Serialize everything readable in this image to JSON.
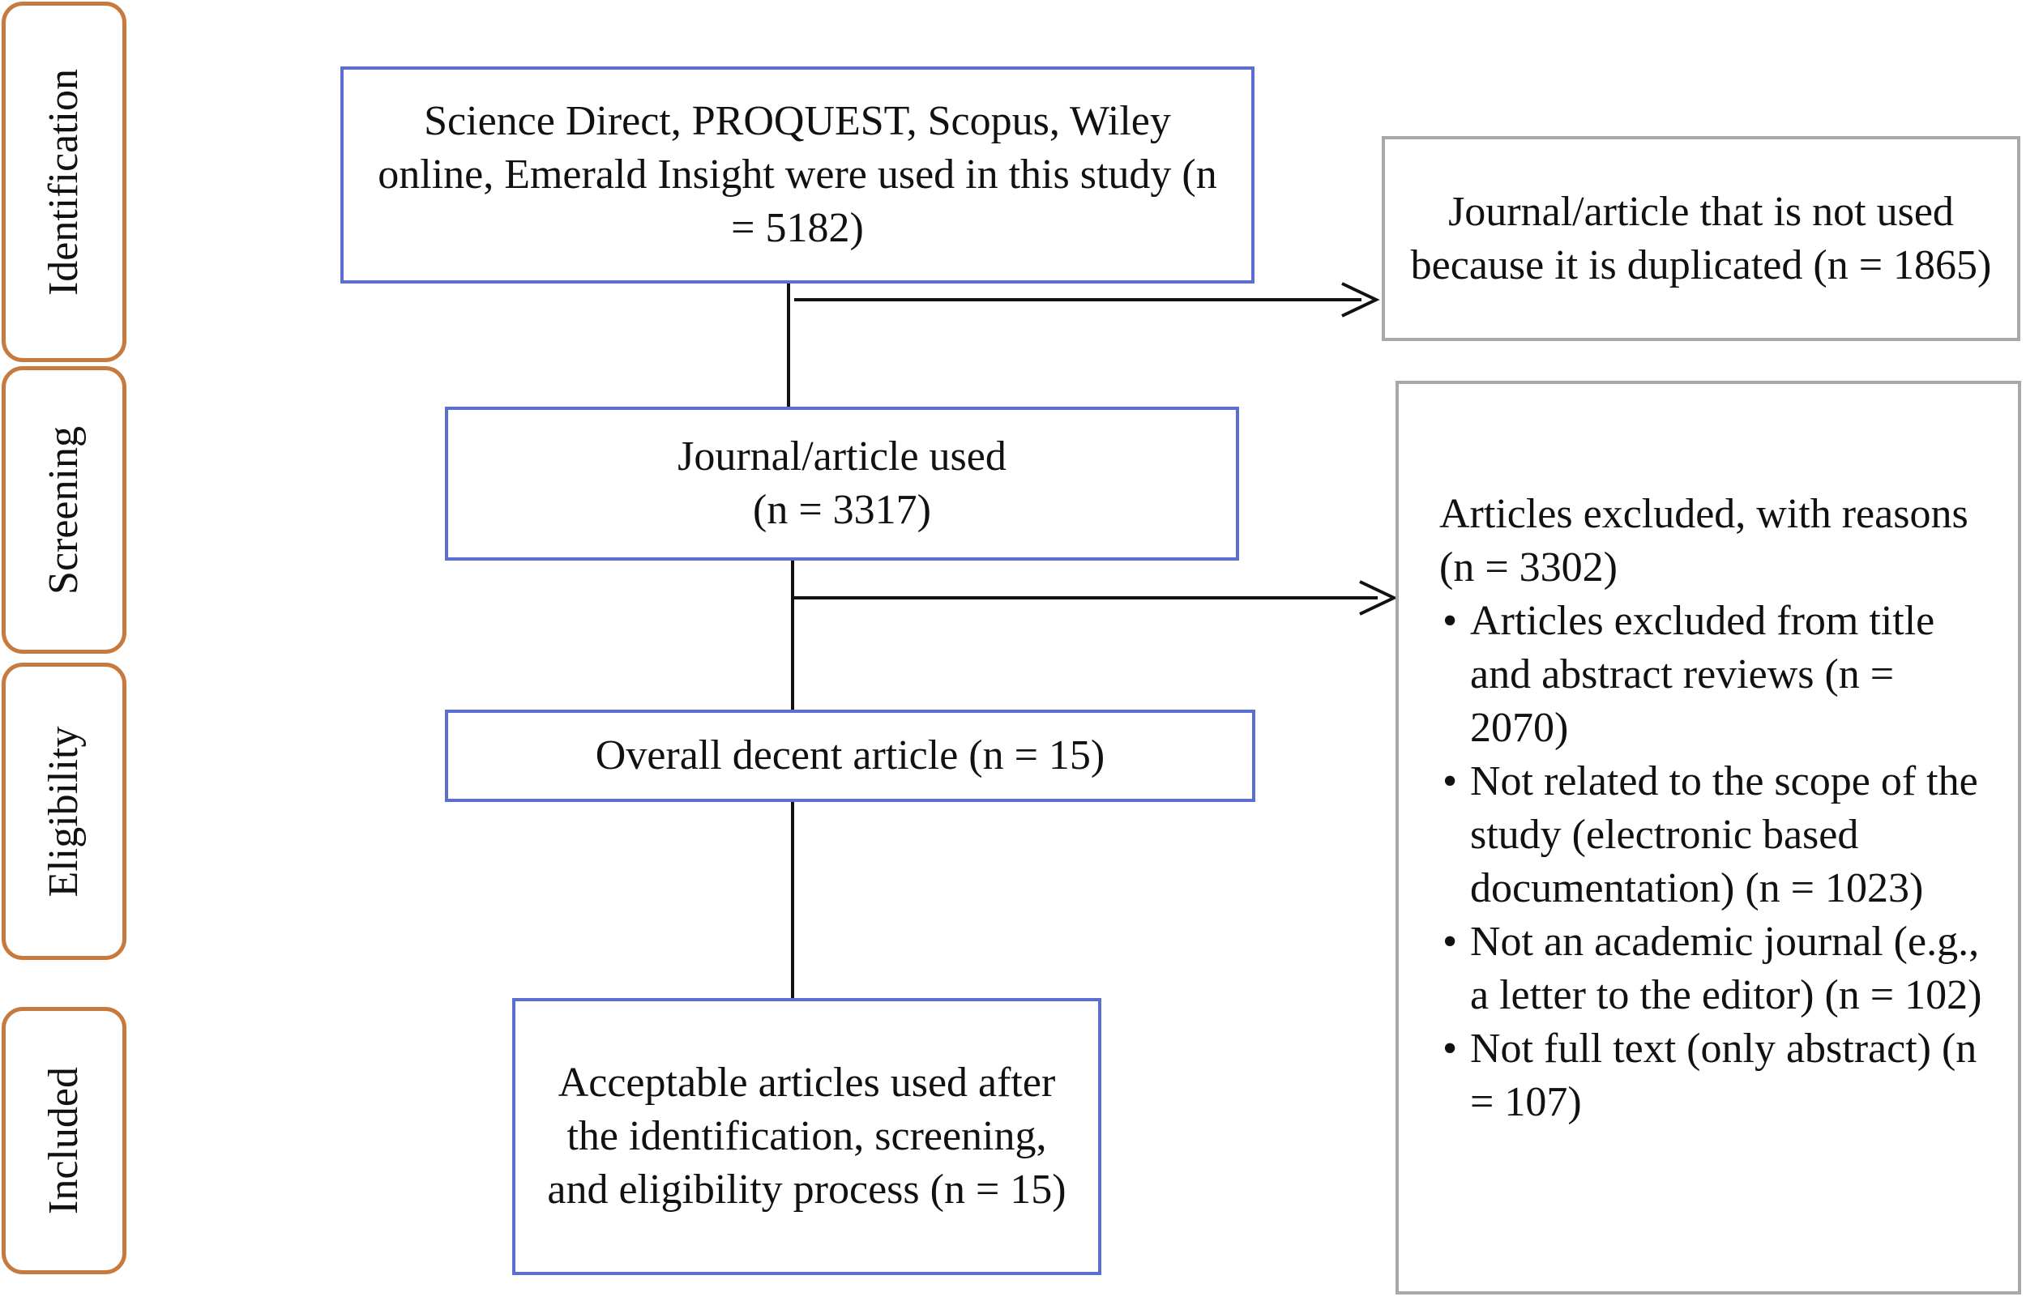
{
  "stages": [
    {
      "id": "identification",
      "label": "Identification"
    },
    {
      "id": "screening",
      "label": "Screening"
    },
    {
      "id": "eligibility",
      "label": "Eligibility"
    },
    {
      "id": "included",
      "label": "Included"
    }
  ],
  "boxes": {
    "databases": "Science Direct, PROQUEST, Scopus, Wiley online, Emerald Insight were used in this study (n = 5182)",
    "duplicates": "Journal/article that is not used because it is duplicated (n = 1865)",
    "journal_used_line1": "Journal/article used",
    "journal_used_line2": "(n = 3317)",
    "overall_decent": "Overall decent article (n = 15)",
    "acceptable": "Acceptable articles used after the identification, screening, and eligibility process (n = 15)"
  },
  "excluded": {
    "heading": "Articles excluded, with reasons (n = 3302)",
    "bullet": "•",
    "items": [
      "Articles excluded from title and abstract reviews (n = 2070)",
      "Not related to the scope of the study (electronic based documentation) (n = 1023)",
      "Not an academic journal (e.g., a letter to the editor) (n = 102)",
      "Not full text (only abstract) (n = 107)"
    ]
  },
  "colors": {
    "stage_border": "#c77a3e",
    "box_blue": "#5b6fd0",
    "box_gray": "#a8a8a8",
    "line": "#111111"
  }
}
